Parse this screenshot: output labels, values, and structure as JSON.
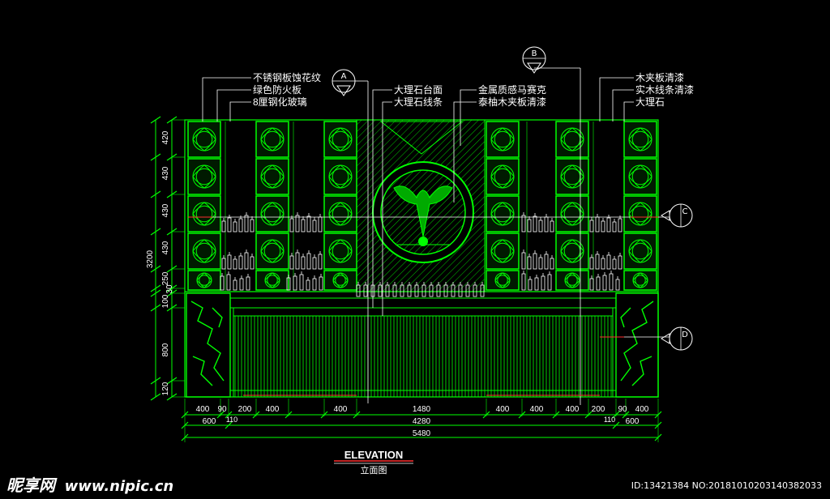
{
  "drawing": {
    "title": "ELEVATION",
    "subtitle": "立面图"
  },
  "callouts": {
    "left": [
      "不锈钢板蚀花纹",
      "绿色防火板",
      "8厘钢化玻璃"
    ],
    "center_left": [
      "大理石台面",
      "大理石线条"
    ],
    "center_right": [
      "金属质感马赛克",
      "泰柚木夹板清漆"
    ],
    "right": [
      "木夹板清漆",
      "实木线条清漆",
      "大理石"
    ]
  },
  "markers": {
    "A": "A",
    "B": "B",
    "C": "C",
    "D": "D"
  },
  "vertical_dims": {
    "total": "3200",
    "segments": [
      "420",
      "430",
      "430",
      "430",
      "250",
      "30",
      "100",
      "800",
      "120"
    ]
  },
  "horizontal_dims": {
    "row1": [
      "400",
      "90",
      "200",
      "400",
      "400",
      "1480",
      "400",
      "400",
      "400",
      "200",
      "90",
      "400"
    ],
    "row2_left": [
      "600",
      "110"
    ],
    "row2_center": "4280",
    "row2_right": [
      "110",
      "600"
    ],
    "row3": "5480"
  },
  "watermark": {
    "site_cn": "昵享网",
    "url": "www.nipic.cn",
    "id_line": "ID:13421384 NO:20181010203140382033"
  },
  "colors": {
    "line_green": "#00ff00",
    "white": "#ffffff",
    "red": "#ff3030",
    "background": "#000000"
  }
}
